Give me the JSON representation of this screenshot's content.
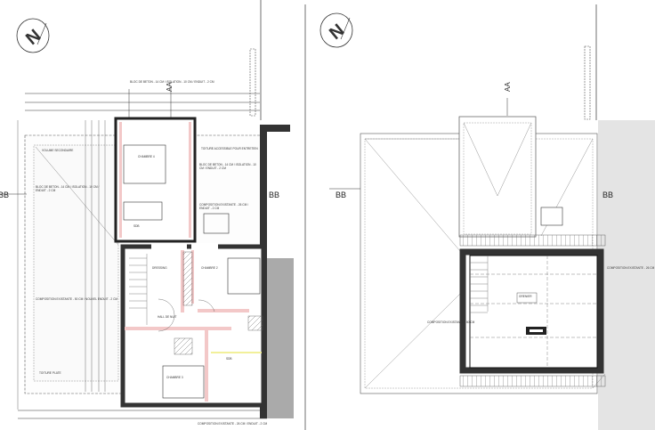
{
  "left_plan": {
    "north": "N",
    "section_aa": "AA",
    "section_bb_left": "BB",
    "section_bb_right": "BB",
    "note_top": "BLOC DE BETON - 14 CM / ISOLATION - 10 CM / ENDUIT - 2 CM",
    "volume_secondaire": "VOLUME SECONDAIRE",
    "note_left_wall": "BLOC DE BETON - 14 CM / ISOLATION - 10 CM / ENDUIT - 2 CM",
    "toiture_accessible": "TOITURE ACCESSIBLE POUR ENTRETIEN",
    "note_right_wall": "BLOC DE BETON - 14 CM / ISOLATION - 10 CM / ENDUIT - 2 CM",
    "composition_mid": "COMPOSITION EXISTANTE - 26 CM / ENDUIT - 2 CM",
    "chambre_4": "CHAMBRE 4",
    "sdb_top": "SDB",
    "dressing": "DRESSING",
    "chambre_2": "CHAMBRE 2",
    "hall": "HALL DE NUIT",
    "sdb": "SDB",
    "chambre_3": "CHAMBRE 3",
    "composition_left": "COMPOSITION EXISTANTE - 50 CM / NOUVEL ENDUIT - 2 CM",
    "toiture_plate": "TOITURE PLATE",
    "composition_bottom": "COMPOSITION EXISTANTE - 26 CM / ENDUIT - 2 CM"
  },
  "right_plan": {
    "north": "N",
    "section_aa": "AA",
    "section_bb_left": "BB",
    "section_bb_right": "BB",
    "grenier": "GRENIER",
    "composition_right": "COMPOSITION EXISTANTE - 26 CM",
    "composition_left": "COMPOSITION EXISTANTE - 50 CM"
  }
}
